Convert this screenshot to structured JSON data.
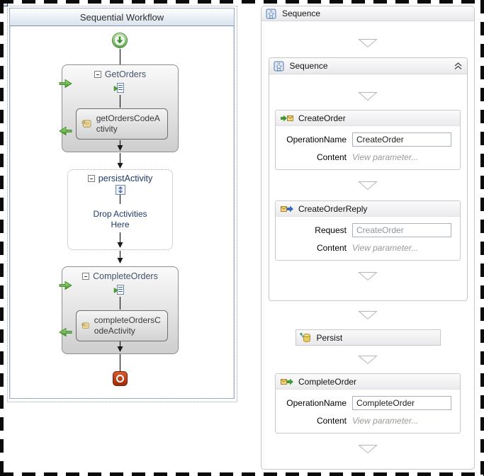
{
  "left_panel": {
    "title": "Sequential Workflow",
    "activities": {
      "get_orders": {
        "label": "GetOrders",
        "child_label": "getOrdersCodeActivity"
      },
      "persist_activity": {
        "label": "persistActivity",
        "drop_hint": "Drop Activities Here"
      },
      "complete_orders": {
        "label": "CompleteOrders",
        "child_label": "completeOrdersCodeActivity"
      }
    }
  },
  "right_panel": {
    "outer_sequence": {
      "label": "Sequence"
    },
    "inner_sequence": {
      "label": "Sequence"
    },
    "create_order": {
      "title": "CreateOrder",
      "operation_name_label": "OperationName",
      "operation_name_value": "CreateOrder",
      "content_label": "Content",
      "content_link": "View parameter..."
    },
    "create_order_reply": {
      "title": "CreateOrderReply",
      "request_label": "Request",
      "request_value": "CreateOrder",
      "content_label": "Content",
      "content_link": "View parameter..."
    },
    "persist": {
      "title": "Persist"
    },
    "complete_order": {
      "title": "CompleteOrder",
      "operation_name_label": "OperationName",
      "operation_name_value": "CompleteOrder",
      "content_label": "Content",
      "content_link": "View parameter..."
    }
  },
  "colors": {
    "receive_arrow_green": "#3f9c35",
    "reply_arrow_blue": "#3a6abf",
    "workflow_start_green": "#5ea04a",
    "workflow_end_red": "#b5330f"
  }
}
